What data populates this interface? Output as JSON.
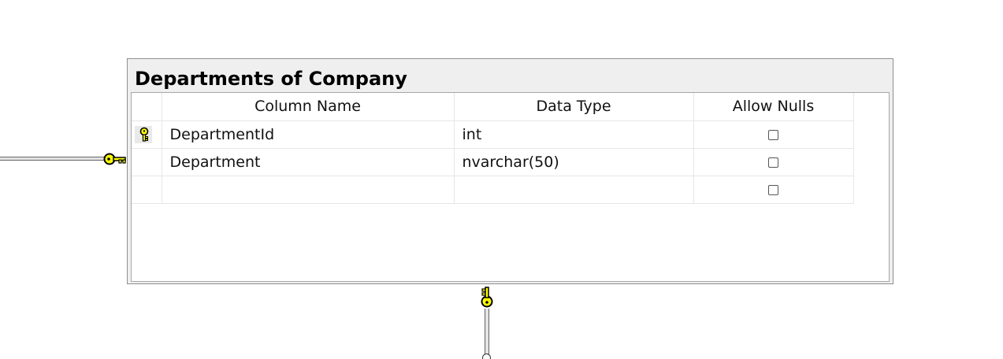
{
  "table": {
    "title": "Departments of Company",
    "headers": {
      "column_name": "Column Name",
      "data_type": "Data Type",
      "allow_nulls": "Allow Nulls"
    },
    "rows": [
      {
        "column_name": "DepartmentId",
        "data_type": "int",
        "allow_nulls": false,
        "primary_key": true
      },
      {
        "column_name": "Department",
        "data_type": "nvarchar(50)",
        "allow_nulls": false,
        "primary_key": false
      },
      {
        "column_name": "",
        "data_type": "",
        "allow_nulls": false,
        "primary_key": false
      }
    ]
  },
  "colors": {
    "key_fill": "#ffff00",
    "key_outline": "#000000",
    "window_bg": "#efefef"
  },
  "icons": {
    "primary_key": "key-icon",
    "relationship_end": "key-icon"
  }
}
